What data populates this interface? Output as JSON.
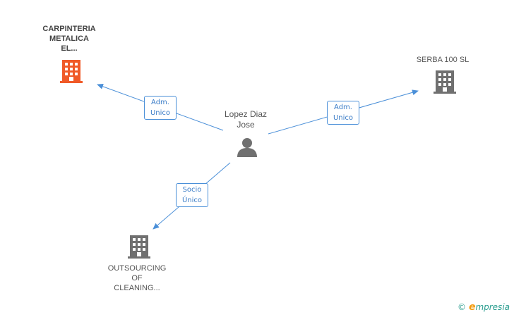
{
  "nodes": {
    "carpinteria": {
      "label": "CARPINTERIA\nMETALICA\nEL...",
      "icon": "building-icon",
      "color": "#f05a28"
    },
    "serba": {
      "label": "SERBA 100 SL",
      "icon": "building-icon",
      "color": "#707070"
    },
    "person": {
      "label": "Lopez Diaz\nJose",
      "icon": "person-icon",
      "color": "#707070"
    },
    "outsourcing": {
      "label": "OUTSOURCING\nOF\nCLEANING...",
      "icon": "building-icon",
      "color": "#707070"
    }
  },
  "edges": {
    "to_carpinteria": "Adm.\nUnico",
    "to_serba": "Adm.\nUnico",
    "to_outsourcing": "Socio\nÚnico"
  },
  "edge_color": "#4a8fd8",
  "footer": {
    "copyright": "©",
    "brand_e": "e",
    "brand_rest": "mpresia"
  }
}
